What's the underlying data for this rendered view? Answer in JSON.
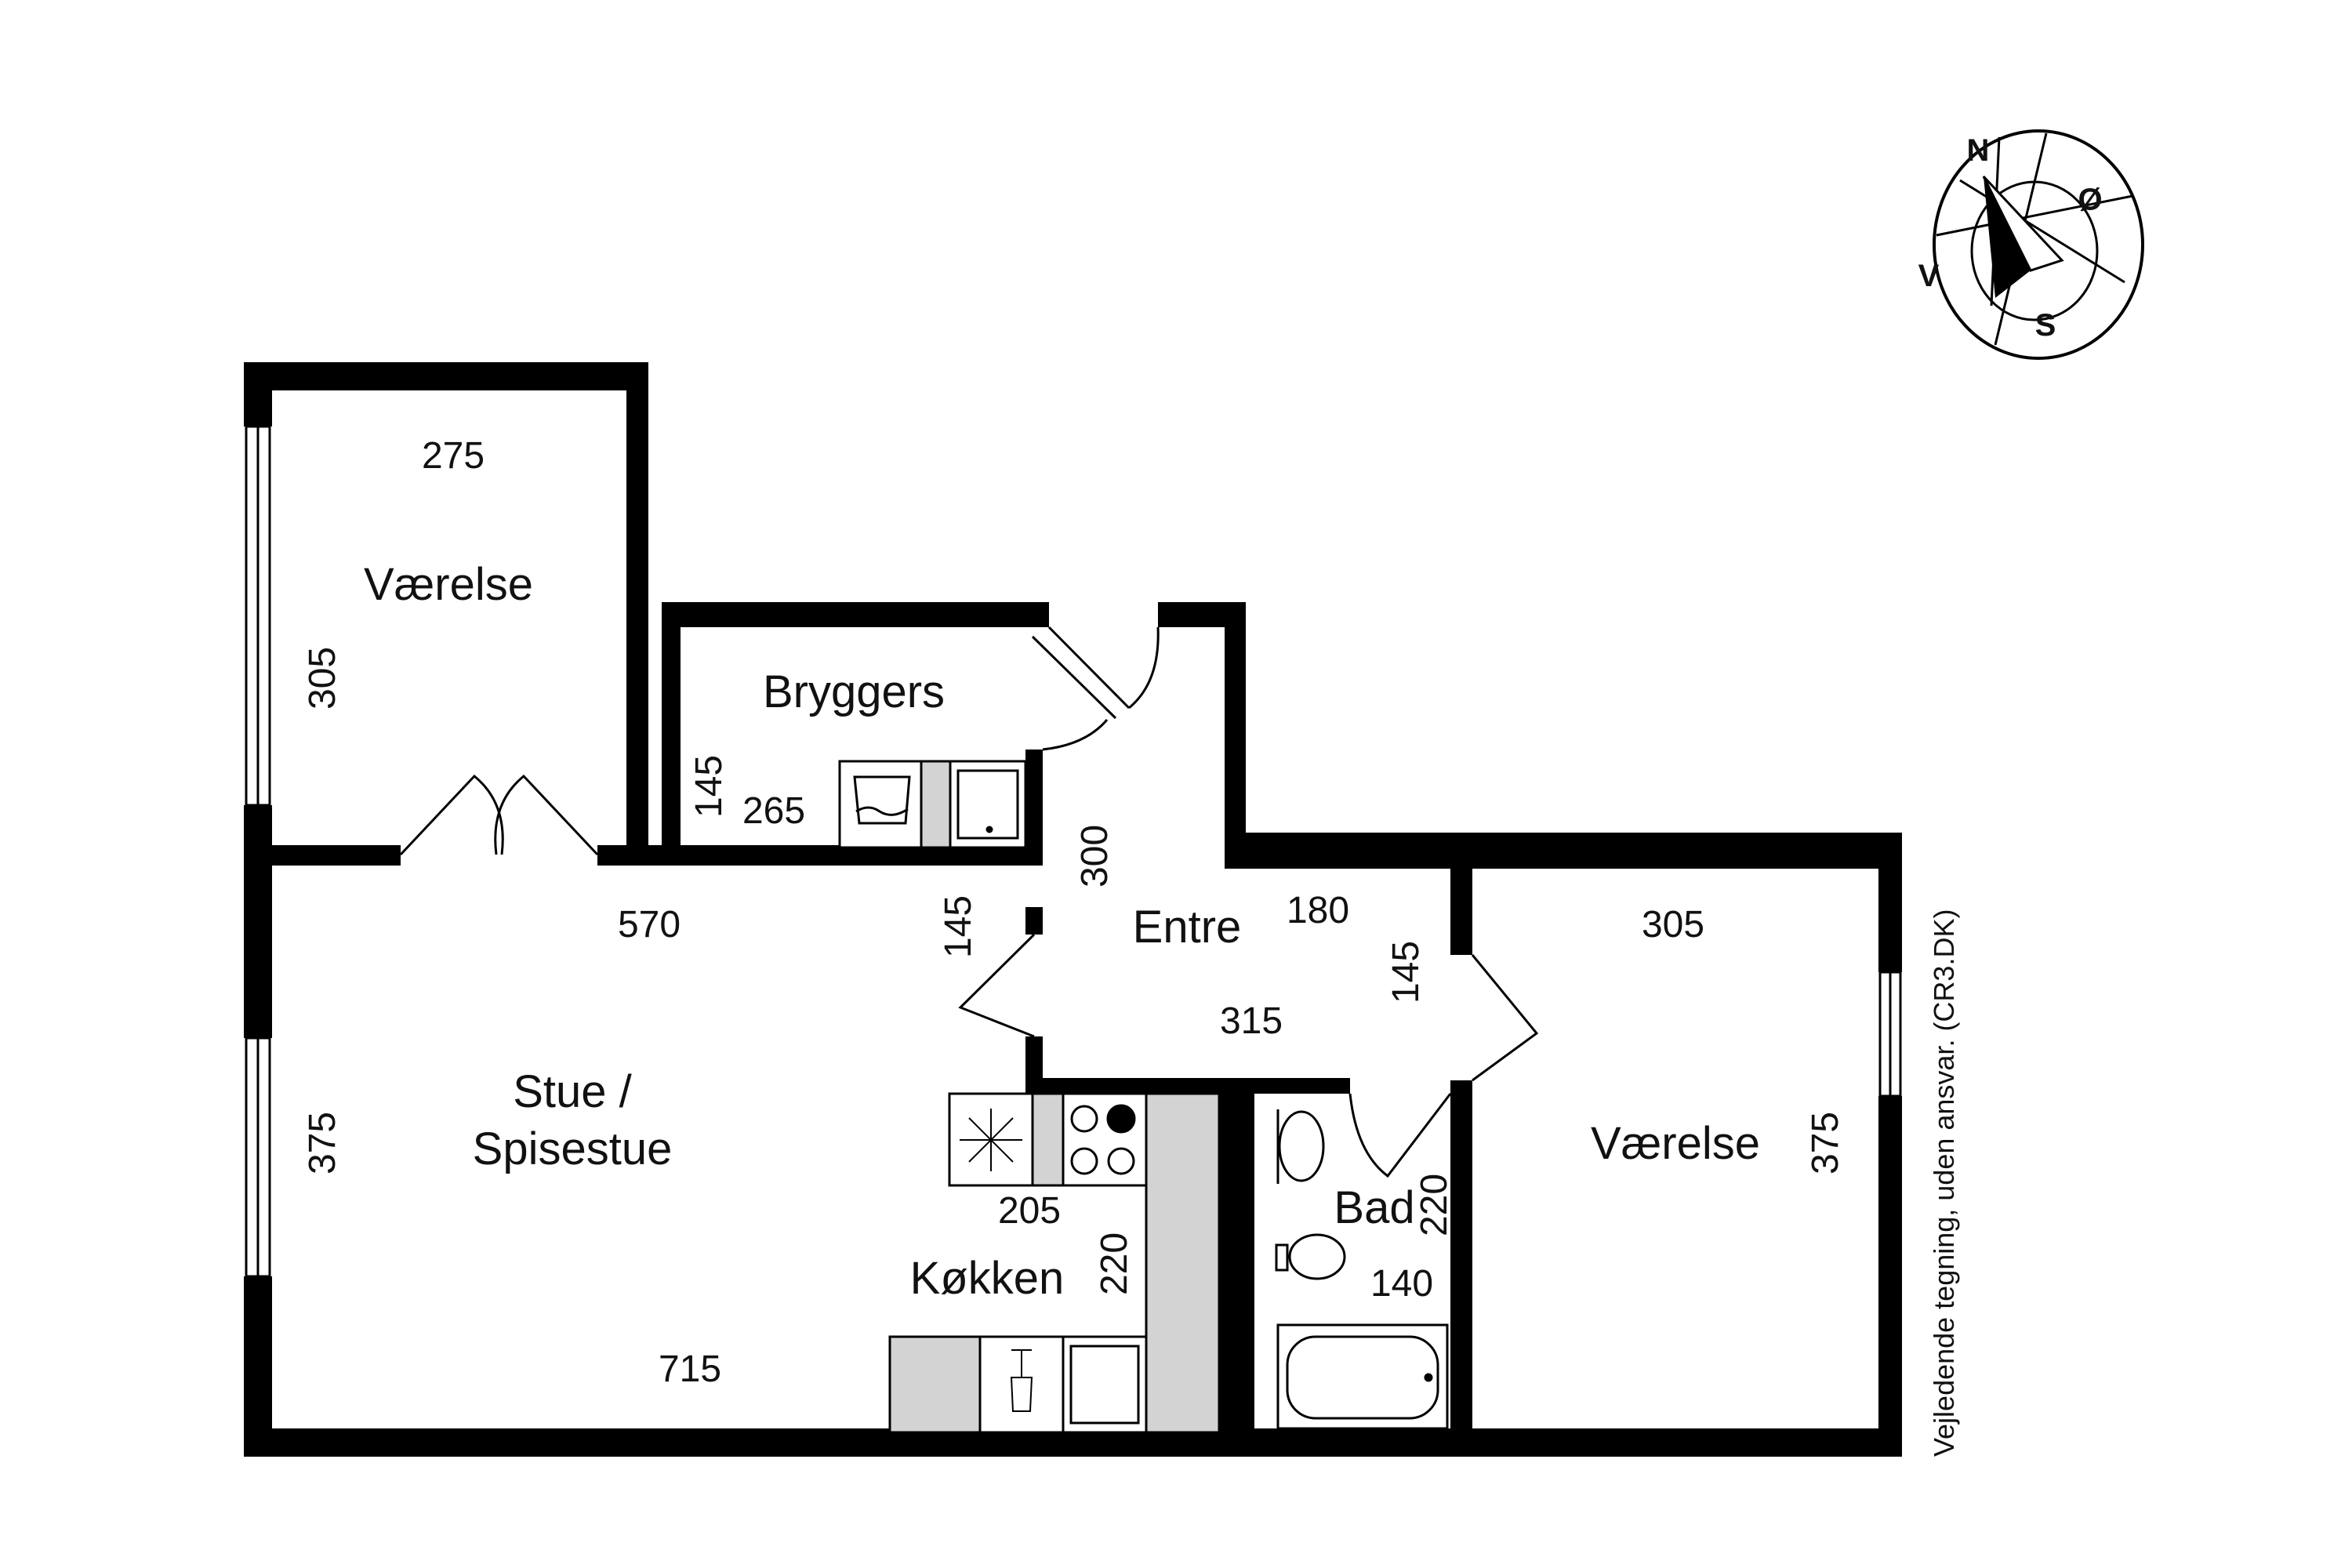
{
  "rooms": {
    "vaerelse_top": "Værelse",
    "bryggers": "Bryggers",
    "entre": "Entre",
    "stue_line1": "Stue /",
    "stue_line2": "Spisestue",
    "koekken": "Køkken",
    "bad": "Bad",
    "vaerelse_right": "Værelse"
  },
  "dimensions": {
    "vaerelse_top_width": "275",
    "vaerelse_top_depth": "305",
    "bryggers_depth": "145",
    "bryggers_width": "265",
    "entre_300": "300",
    "entre_180": "180",
    "entre_145_right": "145",
    "entre_315": "315",
    "stue_570": "570",
    "stue_145": "145",
    "stue_375": "375",
    "stue_715": "715",
    "koekken_205": "205",
    "koekken_220": "220",
    "bad_220": "220",
    "bad_140": "140",
    "vaerelse_right_width": "305",
    "vaerelse_right_depth": "375"
  },
  "compass": {
    "north": "N",
    "east": "Ø",
    "south": "S",
    "west": "V"
  },
  "disclaimer": "Vejledende tegning, uden ansvar. (CR3.DK)",
  "colors": {
    "wall": "#000000",
    "fixture_fill": "#d3d3d3",
    "background": "#ffffff"
  }
}
